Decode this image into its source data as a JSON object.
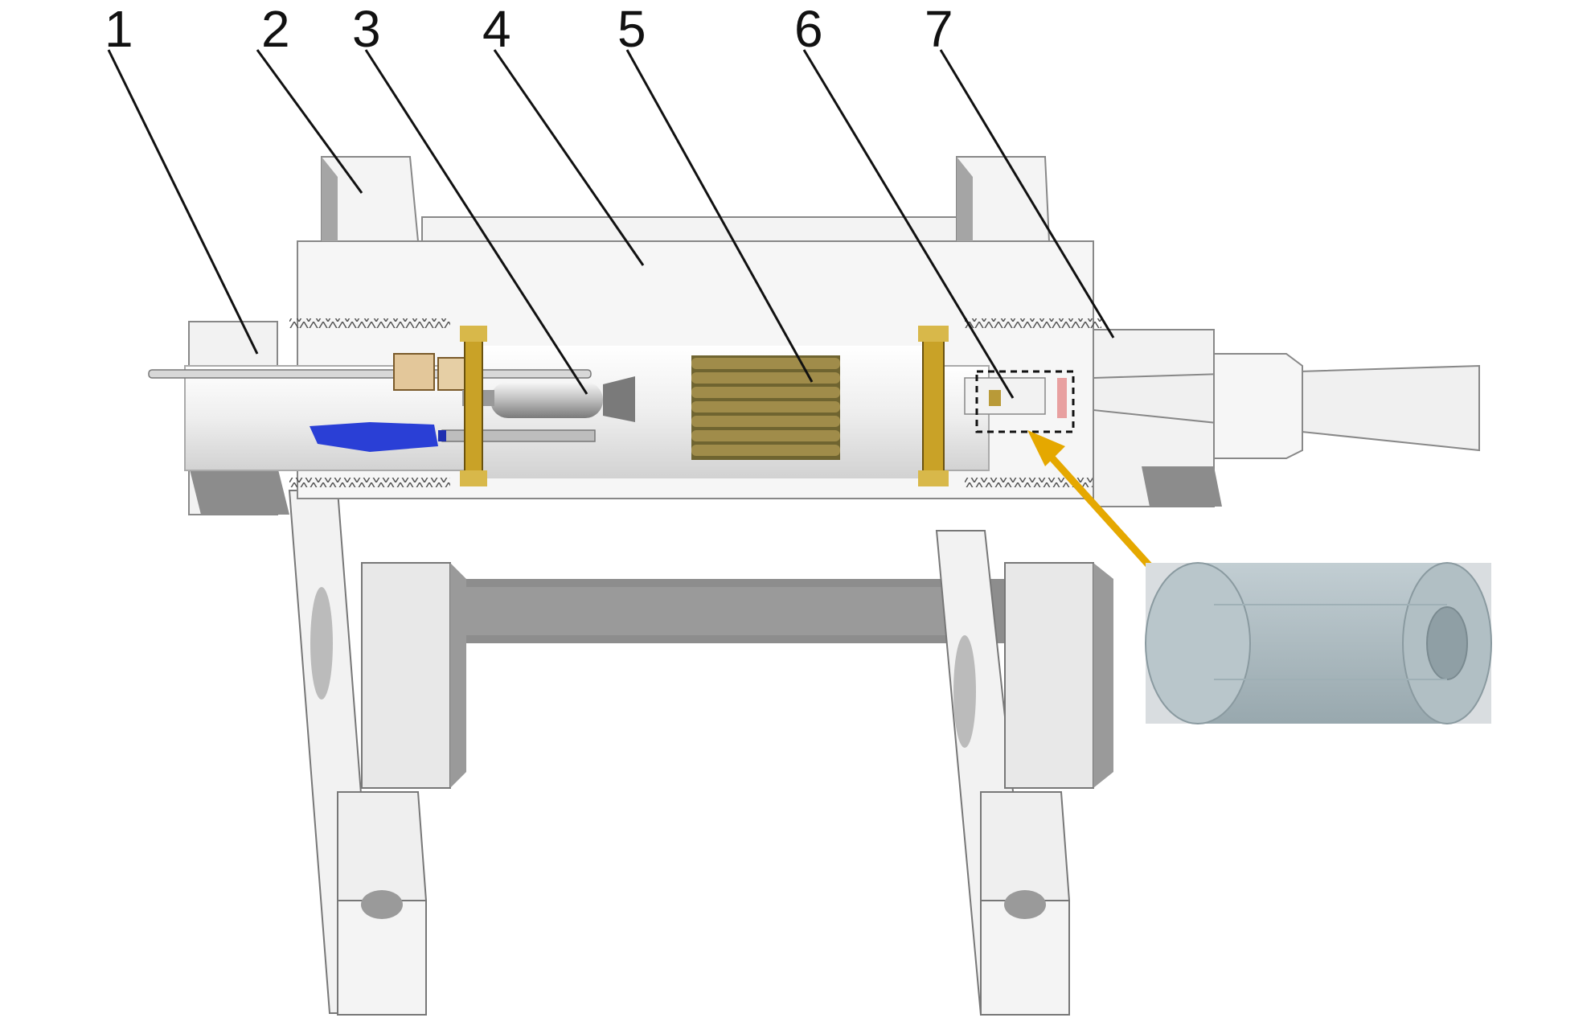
{
  "diagram": {
    "callouts": [
      {
        "id": 1,
        "label": "1"
      },
      {
        "id": 2,
        "label": "2"
      },
      {
        "id": 3,
        "label": "3"
      },
      {
        "id": 4,
        "label": "4"
      },
      {
        "id": 5,
        "label": "5"
      },
      {
        "id": 6,
        "label": "6"
      },
      {
        "id": 7,
        "label": "7"
      }
    ],
    "colors": {
      "body": "#f4f4f4",
      "shadow": "#8c8c8c",
      "bore": "#e6e6e6",
      "brass_ring": "#c9a227",
      "blue_part": "#2a3fd6",
      "filter_bundle": "#8a7a3c",
      "arrow": "#e5a800",
      "inset_tube": "#a9b8be",
      "marker_pink": "#e8a0a0"
    },
    "icons": [
      "sectioned-housing",
      "cylindrical-tube-inset",
      "yellow-pointer-arrow"
    ]
  }
}
